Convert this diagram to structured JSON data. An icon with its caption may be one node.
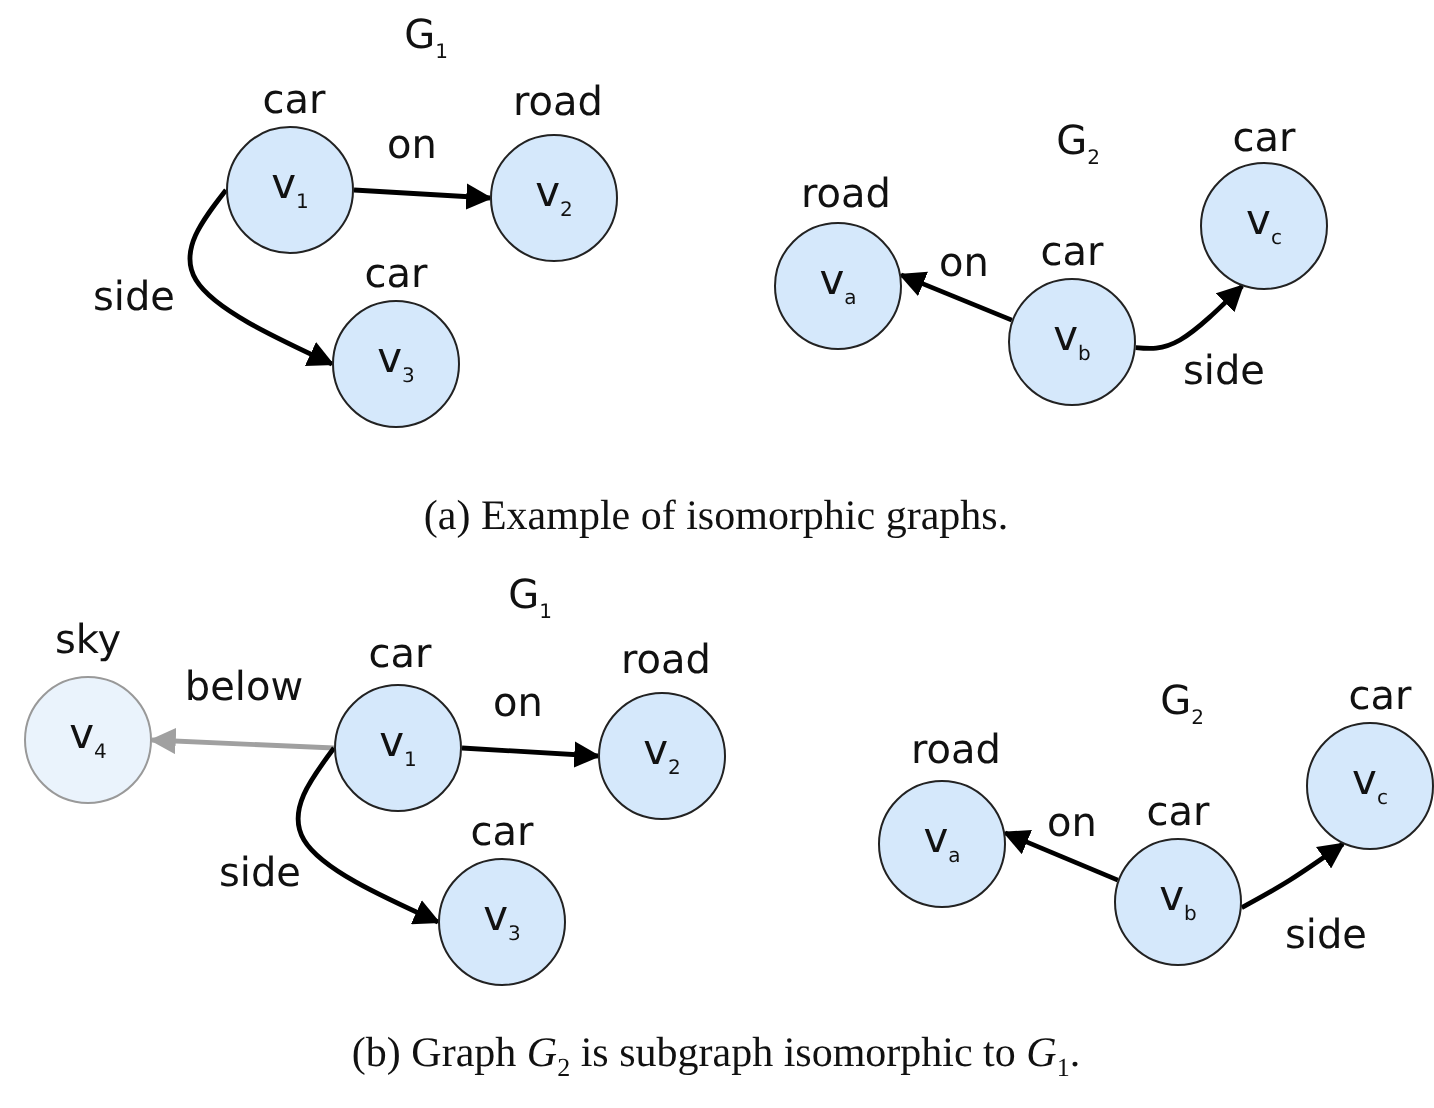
{
  "diagram": {
    "nodes": [
      {
        "text": [
          "v$_{1}$"
        ],
        "beside": [
          "car"
        ]
      },
      {
        "text": [
          "v$_{2}$"
        ],
        "beside": [
          "road"
        ]
      },
      {
        "text": [
          "v$_{3}$"
        ],
        "beside": [
          "car"
        ]
      },
      {
        "text": [
          "v$_{a}$"
        ],
        "beside": [
          "road"
        ]
      },
      {
        "text": [
          "v$_{b}$"
        ],
        "beside": [
          "car"
        ]
      },
      {
        "text": [
          "v$_{c}$"
        ],
        "beside": [
          "car"
        ]
      },
      {
        "text": [
          "v$_{4}$"
        ],
        "beside": [
          "sky"
        ]
      },
      {
        "text": [
          "v$_{1}$"
        ],
        "beside": [
          "car"
        ]
      },
      {
        "text": [
          "v$_{2}$"
        ],
        "beside": [
          "road"
        ]
      },
      {
        "text": [
          "v$_{3}$"
        ],
        "beside": [
          "car"
        ]
      },
      {
        "text": [
          "v$_{a}$"
        ],
        "beside": [
          "road"
        ]
      },
      {
        "text": [
          "v$_{b}$"
        ],
        "beside": [
          "car"
        ]
      },
      {
        "text": [
          "v$_{c}$"
        ],
        "beside": [
          "car"
        ]
      }
    ],
    "edges": [
      {
        "from": 0,
        "to": 1,
        "arrow": "to",
        "label": "on"
      },
      {
        "from": 0,
        "to": 2,
        "arrow": "to",
        "label": "side"
      },
      {
        "from": 4,
        "to": 3,
        "arrow": "to",
        "label": "on"
      },
      {
        "from": 4,
        "to": 5,
        "arrow": "to",
        "label": "side"
      },
      {
        "from": 7,
        "to": 6,
        "arrow": "to",
        "label": "below",
        "color": "#a0a0a0"
      },
      {
        "from": 7,
        "to": 8,
        "arrow": "to",
        "label": "on"
      },
      {
        "from": 7,
        "to": 9,
        "arrow": "to",
        "label": "side"
      },
      {
        "from": 11,
        "to": 10,
        "arrow": "to",
        "label": "on"
      },
      {
        "from": 11,
        "to": 12,
        "arrow": "to",
        "label": "side"
      }
    ],
    "labels": [
      "G$_{1}$",
      "G$_{2}$",
      "(a)  Example of isomorphic graphs.",
      "G$_{1}$",
      "G$_{2}$",
      "(b)  Graph *G*$_{2}$ is subgraph isomorphic to *G*$_{1}$."
    ]
  }
}
